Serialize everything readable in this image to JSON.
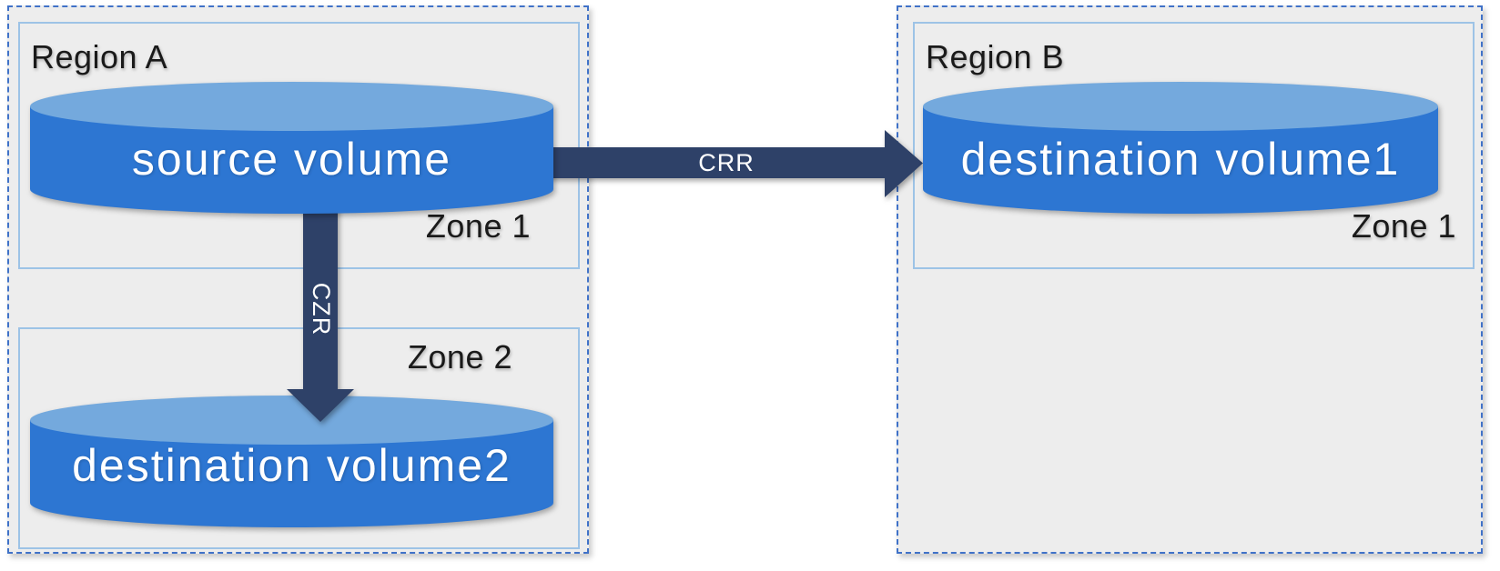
{
  "regions": [
    {
      "label": "Region A",
      "zones": [
        {
          "label": "Zone 1",
          "volume": "source volume"
        },
        {
          "label": "Zone 2",
          "volume": "destination volume2"
        }
      ]
    },
    {
      "label": "Region B",
      "zones": [
        {
          "label": "Zone 1",
          "volume": "destination volume1"
        }
      ]
    }
  ],
  "arrows": [
    {
      "label": "CRR",
      "from": "source volume",
      "to": "destination volume1",
      "direction": "right"
    },
    {
      "label": "CZR",
      "from": "source volume",
      "to": "destination volume2",
      "direction": "down"
    }
  ],
  "colors": {
    "cylinder_body": "#2D76D2",
    "cylinder_top": "#74A9DD",
    "arrow": "#2E4168",
    "region_border": "#4072C8",
    "zone_border": "#9DC3E6",
    "region_fill": "#EDEDED",
    "label_text": "#1A1A1A",
    "volume_text": "#FFFFFF"
  }
}
